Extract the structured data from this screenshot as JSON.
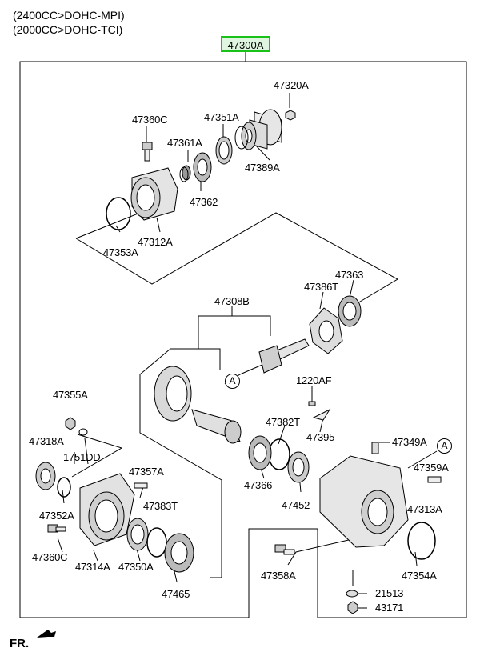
{
  "variants": [
    "(2400CC>DOHC-MPI)",
    "(2000CC>DOHC-TCI)"
  ],
  "assembly_code": "47300A",
  "parts": {
    "p47320A": "47320A",
    "p47360C_top": "47360C",
    "p47351A": "47351A",
    "p47361A": "47361A",
    "p47389A": "47389A",
    "p47362": "47362",
    "p47312A": "47312A",
    "p47353A": "47353A",
    "p47363": "47363",
    "p47386T": "47386T",
    "p47308B": "47308B",
    "p1220AF": "1220AF",
    "p47355A": "47355A",
    "p47382T": "47382T",
    "p47395": "47395",
    "p47318A": "47318A",
    "p1751DD": "1751DD",
    "p47349A": "47349A",
    "p47359A": "47359A",
    "p47357A": "47357A",
    "p47366": "47366",
    "p47452": "47452",
    "p47313A": "47313A",
    "p47383T": "47383T",
    "p47352A": "47352A",
    "p47360C_bottom": "47360C",
    "p47314A": "47314A",
    "p47350A": "47350A",
    "p47358A": "47358A",
    "p47354A": "47354A",
    "p47465": "47465",
    "p21513": "21513",
    "p43171": "43171"
  },
  "reference_marker": "A",
  "front_indicator": "FR."
}
